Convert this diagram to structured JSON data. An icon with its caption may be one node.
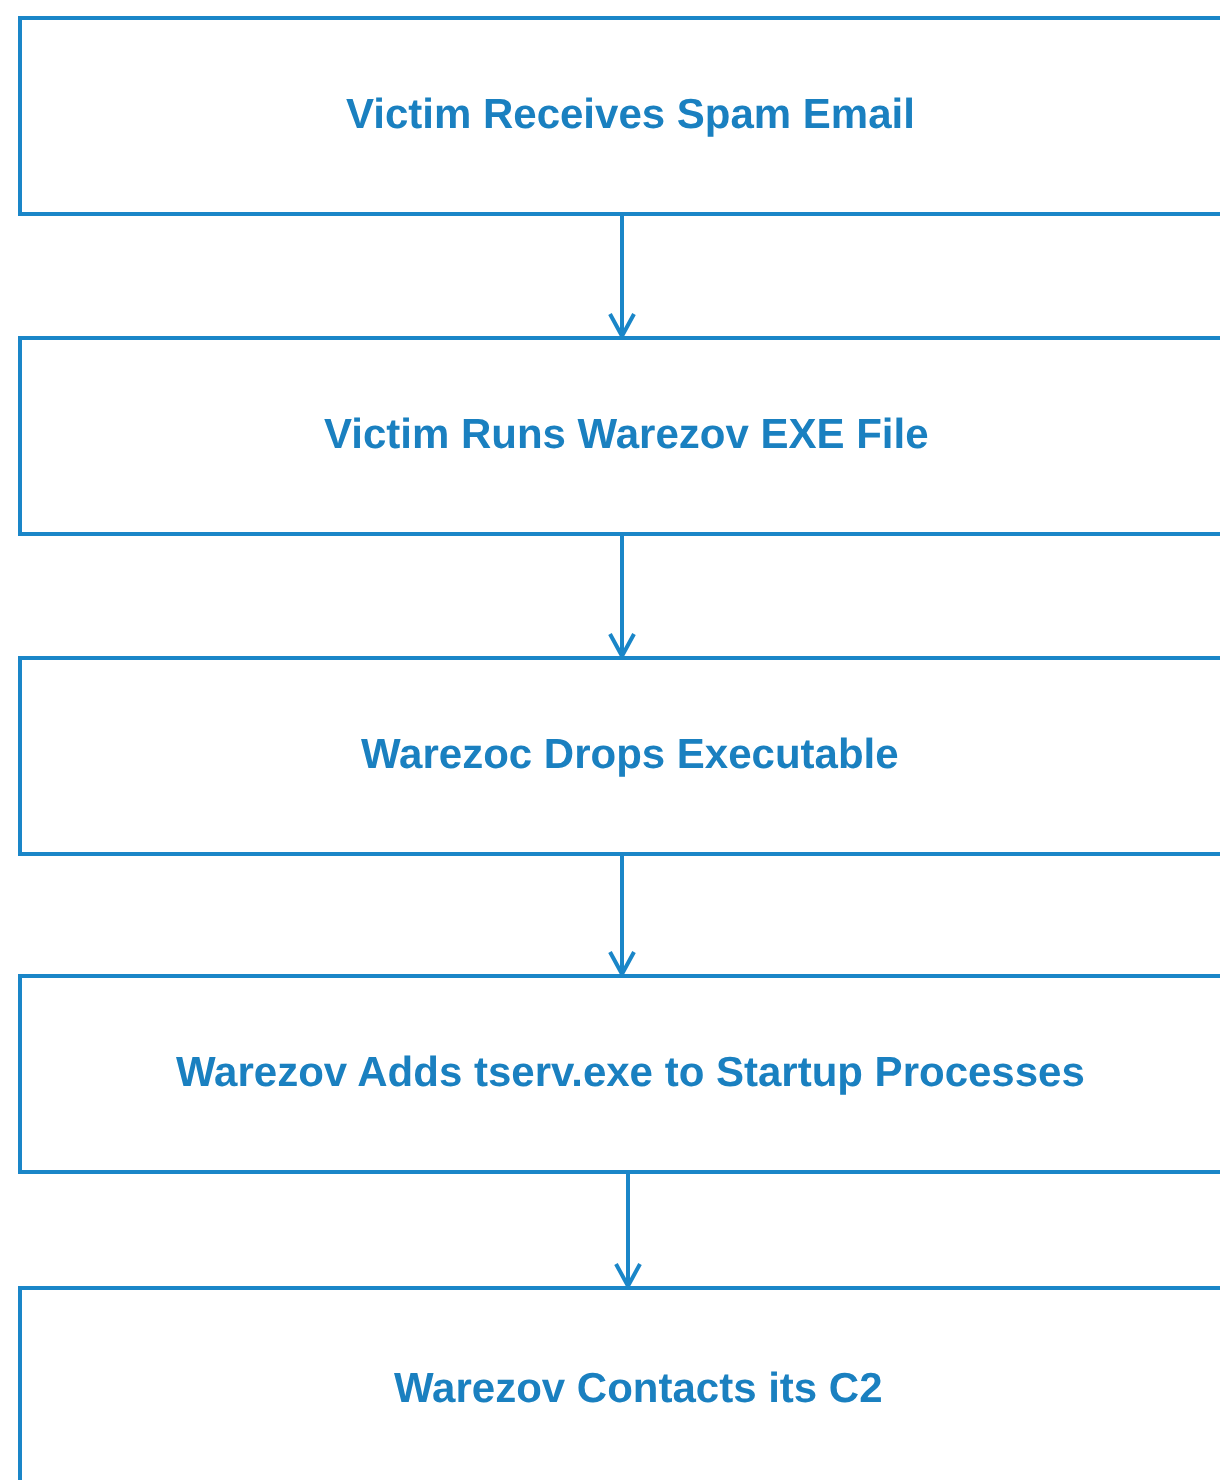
{
  "diagram": {
    "nodes": [
      {
        "text": [
          "Victim Receives Spam Email"
        ]
      },
      {
        "text": [
          "Victim Runs Warezov EXE File"
        ]
      },
      {
        "text": [
          "Warezoc Drops Executable"
        ]
      },
      {
        "text": [
          "Warezov Adds tserv.exe to Startup Processes"
        ]
      },
      {
        "text": [
          "Warezov Contacts its C2"
        ]
      }
    ],
    "edges": [
      {
        "from": 0,
        "to": 1,
        "arrow": "to"
      },
      {
        "from": 1,
        "to": 2,
        "arrow": "to"
      },
      {
        "from": 2,
        "to": 3,
        "arrow": "to"
      },
      {
        "from": 3,
        "to": 4,
        "arrow": "to"
      }
    ]
  }
}
